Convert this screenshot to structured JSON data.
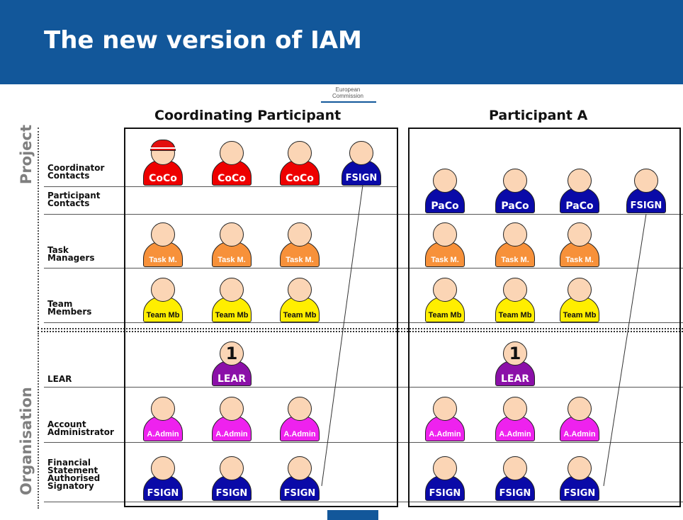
{
  "slide": {
    "title": "The new version of IAM",
    "logo_text_1": "European",
    "logo_text_2": "Commission"
  },
  "columns": [
    "Coordinating Participant",
    "Participant A"
  ],
  "groups": {
    "project": "Project",
    "organisation": "Organisation"
  },
  "rows": [
    {
      "lines": [
        "Coordinator",
        "Contacts"
      ]
    },
    {
      "lines": [
        "Participant",
        "Contacts"
      ]
    },
    {
      "lines": [
        "Task",
        "Managers"
      ]
    },
    {
      "lines": [
        "Team",
        "Members"
      ]
    },
    {
      "lines": [
        "LEAR"
      ]
    },
    {
      "lines": [
        "Account",
        "Administrator"
      ]
    },
    {
      "lines": [
        "Financial",
        "Statement",
        "Authorised",
        "Signatory"
      ]
    }
  ],
  "roles": {
    "coco": {
      "label": "CoCo",
      "color": "#ee0000",
      "text_color": "#ffffff"
    },
    "fsign": {
      "label": "FSIGN",
      "color": "#0a0aa8",
      "text_color": "#ffffff"
    },
    "paco": {
      "label": "PaCo",
      "color": "#0a0aa8",
      "text_color": "#ffffff"
    },
    "taskm": {
      "label": "Task M.",
      "color": "#f7913a",
      "text_color": "#ffffff"
    },
    "teammb": {
      "label": "Team Mb",
      "color": "#ffee00",
      "text_color": "#111111"
    },
    "lear": {
      "label": "LEAR",
      "color": "#8b10a8",
      "text_color": "#ffffff"
    },
    "aadmin": {
      "label": "A.Admin",
      "color": "#ee22ee",
      "text_color": "#ffffff"
    }
  },
  "lear_badge": "1"
}
